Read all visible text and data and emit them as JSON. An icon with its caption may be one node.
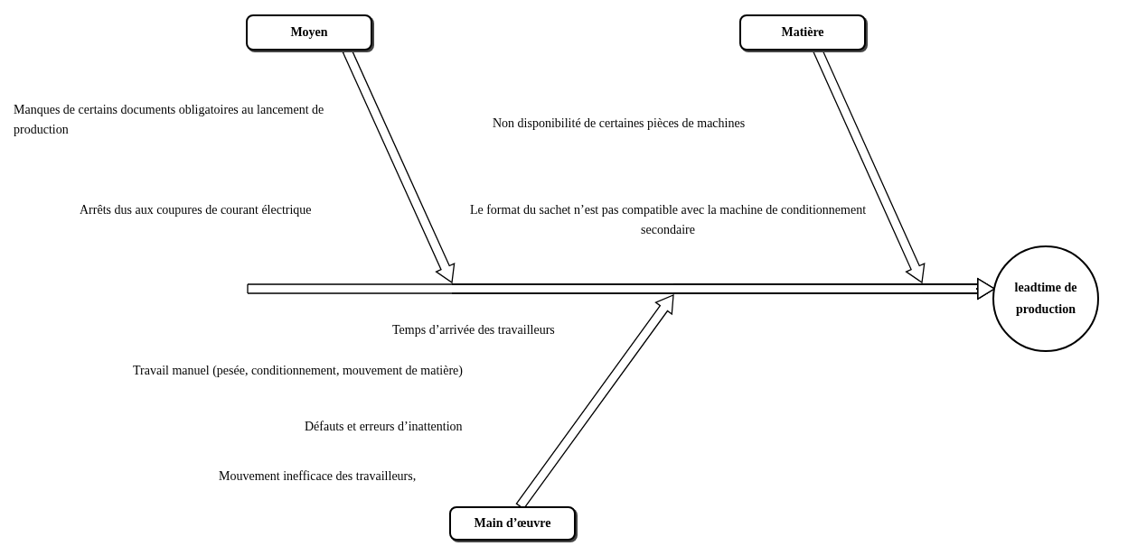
{
  "diagram": {
    "nodes": [
      {
        "text": [
          "Moyen"
        ]
      },
      {
        "text": [
          "Matière"
        ]
      },
      {
        "text": [
          "Main d’œuvre"
        ]
      },
      {
        "text": [
          "leadtime de production"
        ]
      }
    ],
    "edges": [
      {
        "from": 0,
        "to": 3,
        "arrow": "to"
      },
      {
        "from": 1,
        "to": 3,
        "arrow": "to"
      },
      {
        "from": 2,
        "to": 3,
        "arrow": "to"
      },
      {
        "from": null,
        "to": 3,
        "arrow": "to"
      }
    ],
    "labels": [
      "Manques de certains documents obligatoires au lancement de production",
      "Non disponibilité de certaines pièces de machines",
      "Arrêts dus aux coupures de courant électrique",
      "Le format du sachet n’est pas compatible avec la machine de conditionnement secondaire",
      "Temps d’arrivée des travailleurs",
      "Travail manuel (pesée, conditionnement, mouvement de matière)",
      "Défauts et erreurs d’inattention",
      "Mouvement inefficace des travailleurs,"
    ]
  }
}
